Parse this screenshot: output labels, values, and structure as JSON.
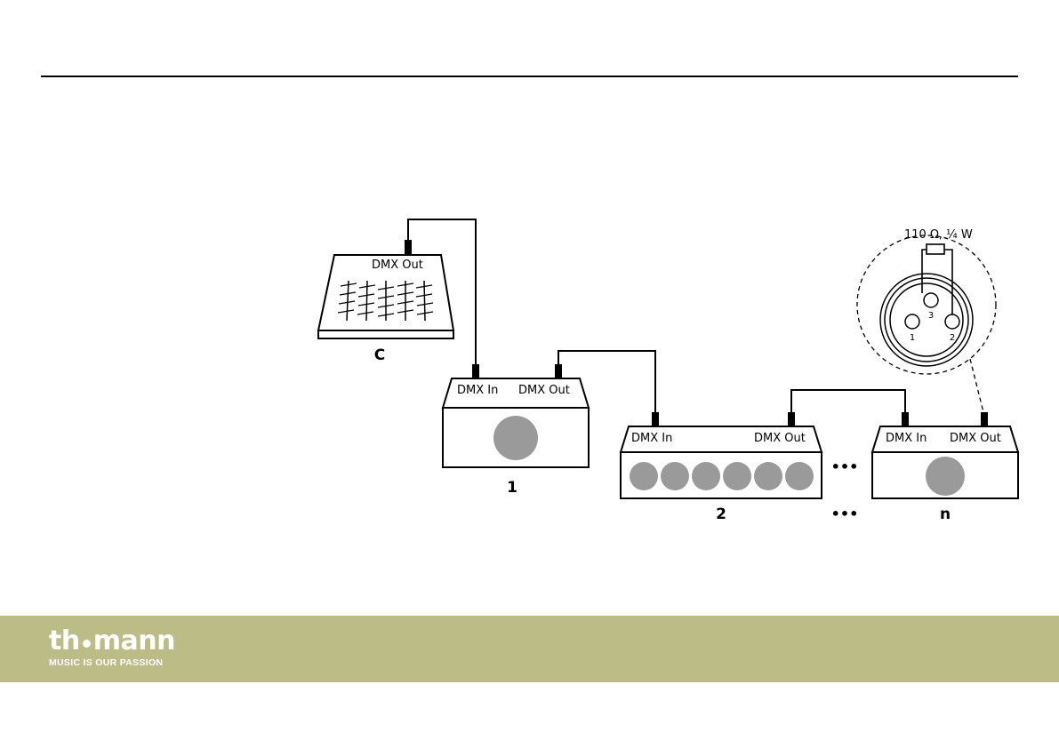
{
  "colors": {
    "footer_band": "#bcbc87",
    "lamp_gray": "#9a9a9a",
    "logo": "#ffffff"
  },
  "diagram": {
    "controller": {
      "label": "C",
      "port_out": "DMX Out"
    },
    "device1": {
      "label": "1",
      "port_in": "DMX In",
      "port_out": "DMX Out"
    },
    "device2": {
      "label": "2",
      "port_in": "DMX In",
      "port_out": "DMX Out"
    },
    "device_n": {
      "label": "n",
      "port_in": "DMX In",
      "port_out": "DMX Out"
    },
    "ellipsis": "•••",
    "terminator": {
      "resistor_label": "110 Ω, ¼ W",
      "pins": [
        "1",
        "2",
        "3"
      ]
    }
  },
  "footer": {
    "logo_part1": "th",
    "logo_part2": "mann",
    "tagline": "MUSIC IS OUR PASSION"
  }
}
